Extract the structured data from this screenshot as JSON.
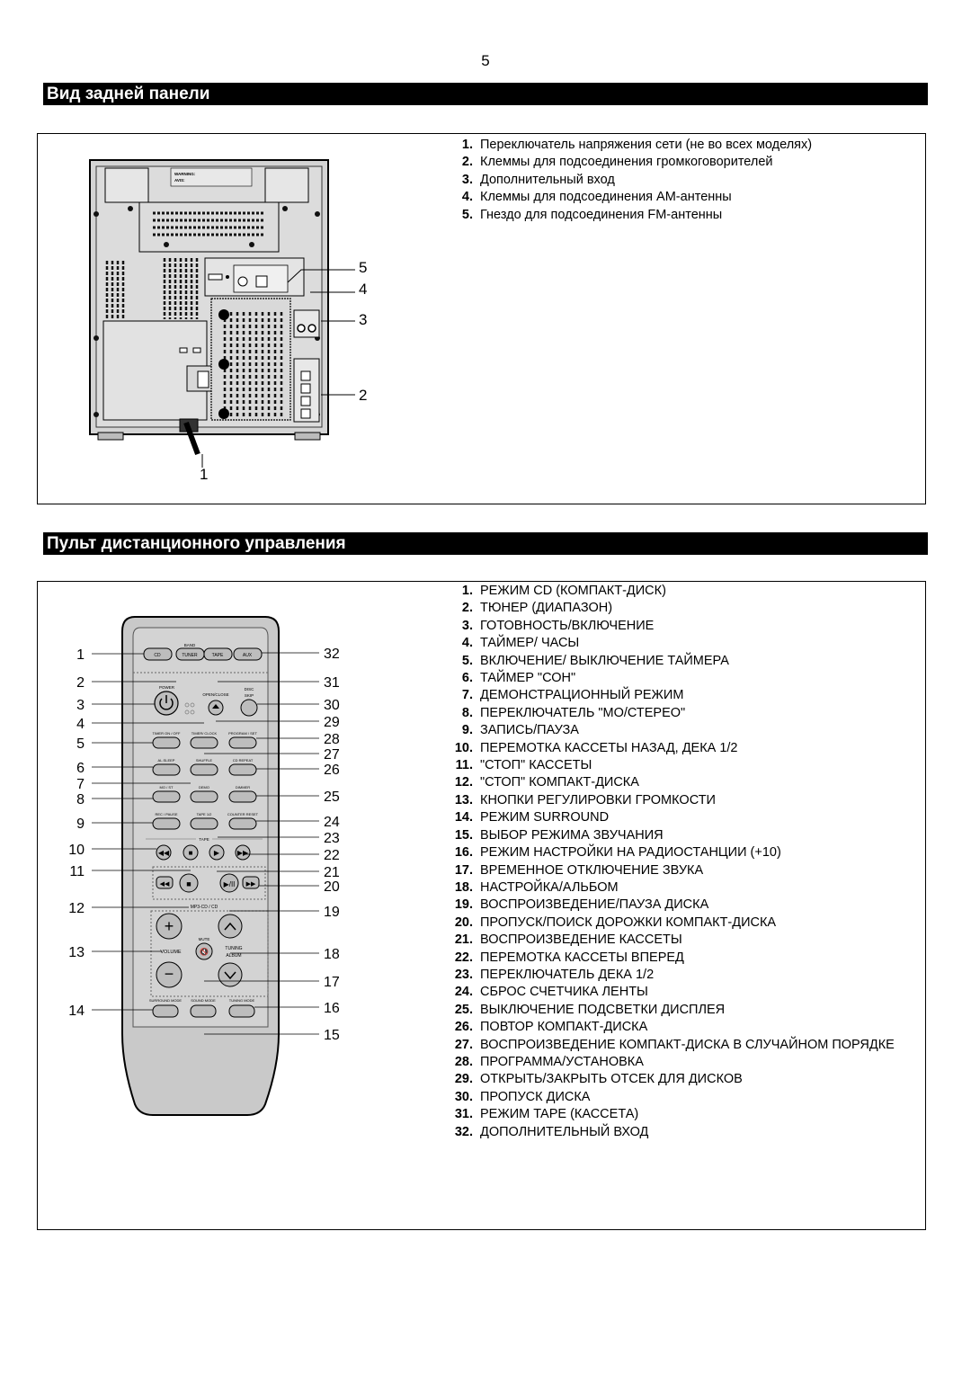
{
  "page_number": "5",
  "rear_panel": {
    "heading": "Вид задней панели",
    "warning_label": [
      "WARNING:",
      "AVIS:"
    ],
    "callout_numbers": [
      "1",
      "2",
      "3",
      "4",
      "5"
    ],
    "items": [
      {
        "num": "1.",
        "text": "Переключатель напряжения сети (не во всех моделях)"
      },
      {
        "num": "2.",
        "text": "Клеммы для подсоединения громкоговорителей"
      },
      {
        "num": "3.",
        "text": "Дополнительный вход"
      },
      {
        "num": "4.",
        "text": "Клеммы для подсоединения AM-антенны"
      },
      {
        "num": "5.",
        "text": "Гнездо для подсоединения FM-антенны"
      }
    ]
  },
  "remote": {
    "heading": "Пульт дистанционного управления",
    "button_labels": {
      "cd": "CD",
      "band": "BAND",
      "tuner": "TUNER",
      "tape": "TAPE",
      "aux": "AUX",
      "power": "POWER",
      "open_close": "OPEN/CLOSE",
      "disc": "DISC",
      "skip": "SKIP",
      "timer_onoff": "TIMER ON / OFF",
      "timer_clock": "TIMER/ CLOCK",
      "program_set": "PROGRAM / SET",
      "sleep": "AL.SLEEP",
      "shuffle": "SHUFFLE",
      "cd_repeat": "CD REPEAT",
      "mo_st": "MO / ST",
      "demo": "DEMO",
      "dimmer": "DIMMER",
      "rec_pause": "REC / PAUSE",
      "tape12": "TAPE 1/2",
      "counter_reset": "COUNTER RESET",
      "tape_section": "TAPE",
      "mp3_cd": "MP3-CD / CD",
      "volume": "VOLUME",
      "mute": "MUTE",
      "tuning": "TUNING",
      "album": "ALBUM",
      "surround_mode": "SURROUND MODE",
      "sound_mode": "SOUND MODE",
      "tuning_mode": "TUNING MODE"
    },
    "callouts_left": [
      "1",
      "2",
      "3",
      "4",
      "5",
      "6",
      "7",
      "8",
      "9",
      "10",
      "11",
      "12",
      "13",
      "14"
    ],
    "callouts_right": [
      "32",
      "31",
      "30",
      "29",
      "28",
      "27",
      "26",
      "25",
      "24",
      "23",
      "22",
      "21",
      "20",
      "19",
      "18",
      "17",
      "16",
      "15"
    ],
    "items": [
      {
        "num": "1.",
        "text": "РЕЖИМ CD (КОМПАКТ-ДИСК)"
      },
      {
        "num": "2.",
        "text": "ТЮНЕР (ДИАПАЗОН)"
      },
      {
        "num": "3.",
        "text": "ГОТОВНОСТЬ/ВКЛЮЧЕНИЕ"
      },
      {
        "num": "4.",
        "text": "ТАЙМЕР/ ЧАСЫ"
      },
      {
        "num": "5.",
        "text": "ВКЛЮЧЕНИЕ/ ВЫКЛЮЧЕНИЕ ТАЙМЕРА"
      },
      {
        "num": "6.",
        "text": "ТАЙМЕР \"СОН\""
      },
      {
        "num": "7.",
        "text": "ДЕМОНСТРАЦИОННЫЙ РЕЖИМ"
      },
      {
        "num": "8.",
        "text": "ПЕРЕКЛЮЧАТЕЛЬ \"МО/СТЕРЕО\""
      },
      {
        "num": "9.",
        "text": "ЗАПИСЬ/ПАУЗА"
      },
      {
        "num": "10.",
        "text": "ПЕРЕМОТКА КАССЕТЫ НАЗАД, ДЕКА 1/2"
      },
      {
        "num": "11.",
        "text": "\"СТОП\" КАССЕТЫ"
      },
      {
        "num": "12.",
        "text": "\"СТОП\" КОМПАКТ-ДИСКА"
      },
      {
        "num": "13.",
        "text": "КНОПКИ РЕГУЛИРОВКИ ГРОМКОСТИ"
      },
      {
        "num": "14.",
        "text": "РЕЖИМ SURROUND"
      },
      {
        "num": "15.",
        "text": "ВЫБОР РЕЖИМА ЗВУЧАНИЯ"
      },
      {
        "num": "16.",
        "text": "РЕЖИМ НАСТРОЙКИ НА РАДИОСТАНЦИИ (+10)"
      },
      {
        "num": "17.",
        "text": "ВРЕМЕННОЕ ОТКЛЮЧЕНИЕ ЗВУКА"
      },
      {
        "num": "18.",
        "text": "НАСТРОЙКА/АЛЬБОМ"
      },
      {
        "num": "19.",
        "text": "ВОСПРОИЗВЕДЕНИЕ/ПАУЗА ДИСКА"
      },
      {
        "num": "20.",
        "text": "ПРОПУСК/ПОИСК ДОРОЖКИ КОМПАКТ-ДИСКА"
      },
      {
        "num": "21.",
        "text": "ВОСПРОИЗВЕДЕНИЕ КАССЕТЫ"
      },
      {
        "num": "22.",
        "text": "ПЕРЕМОТКА КАССЕТЫ ВПЕРЕД"
      },
      {
        "num": "23.",
        "text": "ПЕРЕКЛЮЧАТЕЛЬ ДЕКА 1/2"
      },
      {
        "num": "24.",
        "text": "СБРОС СЧЕТЧИКА ЛЕНТЫ"
      },
      {
        "num": "25.",
        "text": "ВЫКЛЮЧЕНИЕ ПОДСВЕТКИ ДИСПЛЕЯ"
      },
      {
        "num": "26.",
        "text": "ПОВТОР КОМПАКТ-ДИСКА"
      },
      {
        "num": "27.",
        "text": "ВОСПРОИЗВЕДЕНИЕ КОМПАКТ-ДИСКА В СЛУЧАЙНОМ ПОРЯДКЕ"
      },
      {
        "num": "28.",
        "text": "ПРОГРАММА/УСТАНОВКА"
      },
      {
        "num": "29.",
        "text": "ОТКРЫТЬ/ЗАКРЫТЬ ОТСЕК ДЛЯ ДИСКОВ"
      },
      {
        "num": "30.",
        "text": "ПРОПУСК ДИСКА"
      },
      {
        "num": "31.",
        "text": "РЕЖИМ TAPE (КАССЕТА)"
      },
      {
        "num": "32.",
        "text": "ДОПОЛНИТЕЛЬНЫЙ ВХОД"
      }
    ]
  }
}
